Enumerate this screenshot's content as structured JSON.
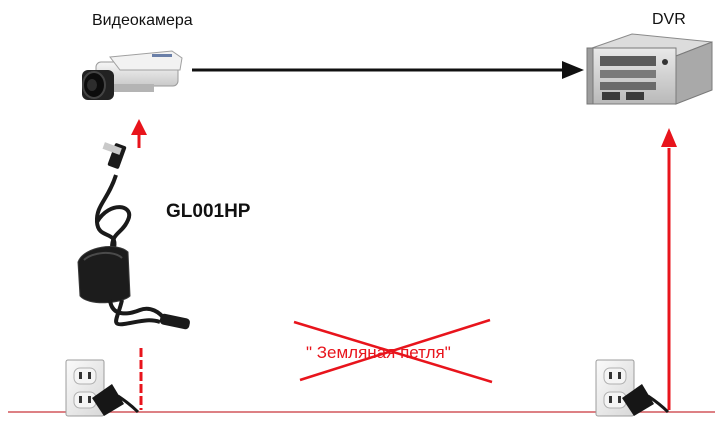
{
  "labels": {
    "camera": "Видеокамера",
    "dvr": "DVR",
    "device": "GL001HP",
    "ground_loop": "\" Земляная петля\""
  },
  "colors": {
    "arrow_red": "#e8141c",
    "arrow_black": "#111111",
    "ground_line": "#d2575c",
    "cross_red": "#e8141c",
    "label_red": "#e8141c"
  },
  "icons": {
    "camera": "video-camera-icon",
    "dvr": "dvr-recorder-icon",
    "device": "ground-loop-isolator-icon",
    "outlet_left": "power-outlet-icon",
    "outlet_right": "power-outlet-icon"
  }
}
